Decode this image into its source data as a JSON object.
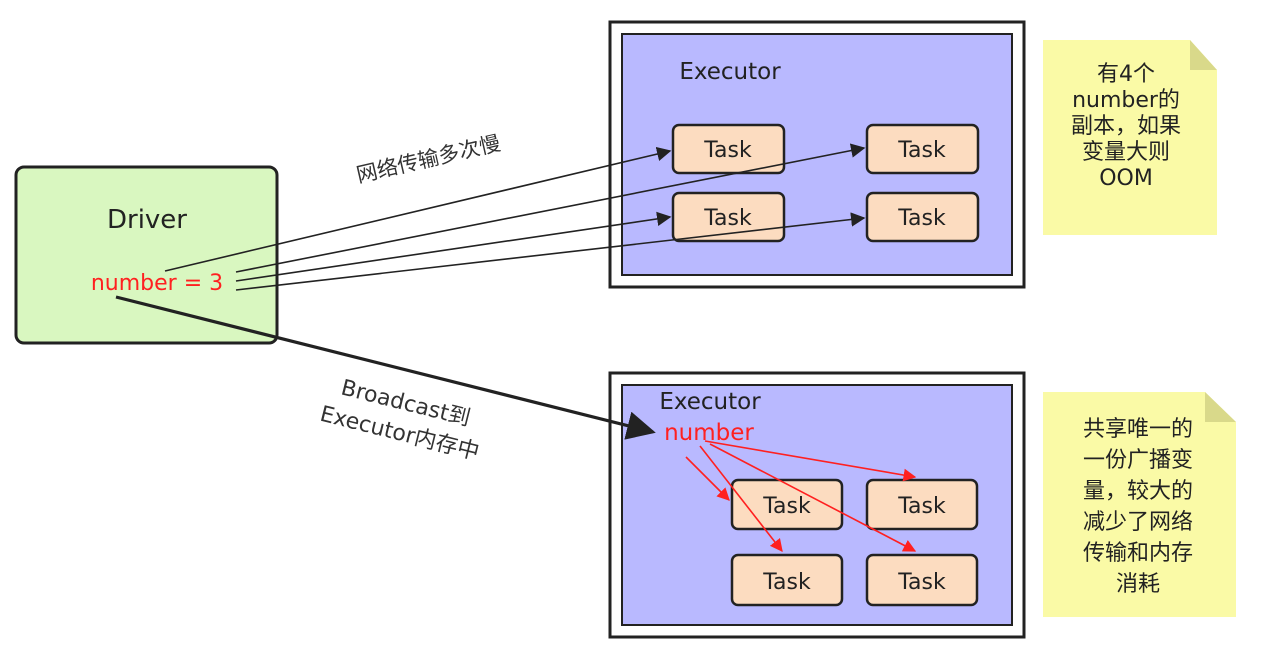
{
  "driver": {
    "title": "Driver",
    "variable": "number = 3"
  },
  "executor_top": {
    "title": "Executor",
    "tasks": [
      "Task",
      "Task",
      "Task",
      "Task"
    ]
  },
  "executor_bottom": {
    "title": "Executor",
    "variable": "number",
    "tasks": [
      "Task",
      "Task",
      "Task",
      "Task"
    ]
  },
  "edge_labels": {
    "network": "网络传输多次慢",
    "broadcast_line1": "Broadcast到",
    "broadcast_line2": "Executor内存中"
  },
  "notes": {
    "top": [
      "有4个",
      "number的",
      "副本，如果",
      "变量大则",
      "OOM"
    ],
    "bottom": [
      "共享唯一的",
      "一份广播变",
      "量，较大的",
      "减少了网络",
      "传输和内存",
      "消耗"
    ]
  },
  "colors": {
    "driver_fill": "#d9f7c0",
    "executor_fill": "#b9b9ff",
    "task_fill": "#fcdcc0",
    "note_fill": "#fafaa6",
    "note_fold": "#d9d98a",
    "variable_red": "#ff2020"
  }
}
